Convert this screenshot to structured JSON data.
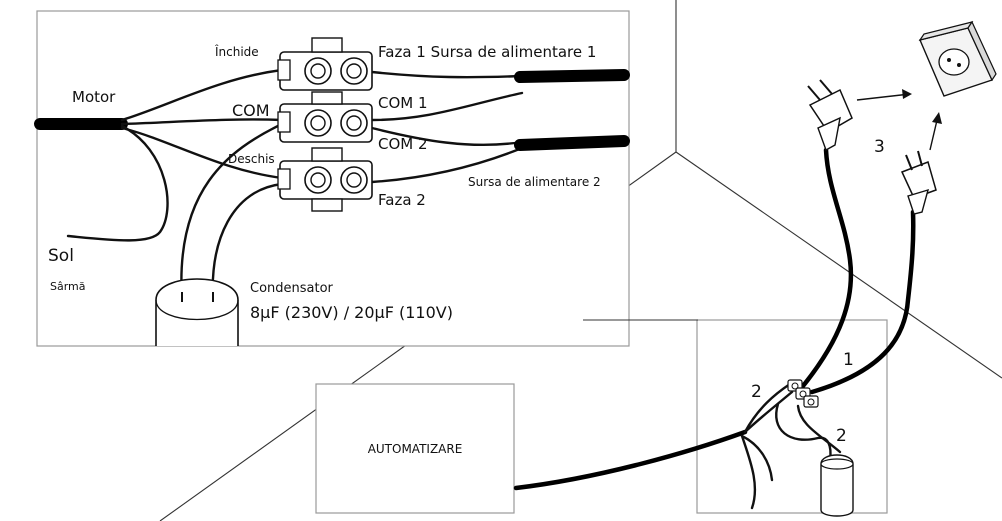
{
  "labels": {
    "motor": "Motor",
    "sol": "Sol",
    "sarma": "Sârmă",
    "inchide": "Închide",
    "com": "COM",
    "deschis": "Deschis",
    "faza1": "Faza 1",
    "sursa1": "Sursa de alimentare 1",
    "com1": "COM 1",
    "com2": "COM 2",
    "sursa2": "Sursa de alimentare 2",
    "faza2": "Faza 2",
    "condensator": "Condensator",
    "capacity": "8µF (230V) / 20µF (110V)",
    "automatizare": "AUTOMATIZARE"
  },
  "steps": [
    "1",
    "2",
    "2",
    "3"
  ],
  "colors": {
    "wire": "#111111",
    "frame": "#9a9a9a",
    "fill": "#ffffff"
  }
}
